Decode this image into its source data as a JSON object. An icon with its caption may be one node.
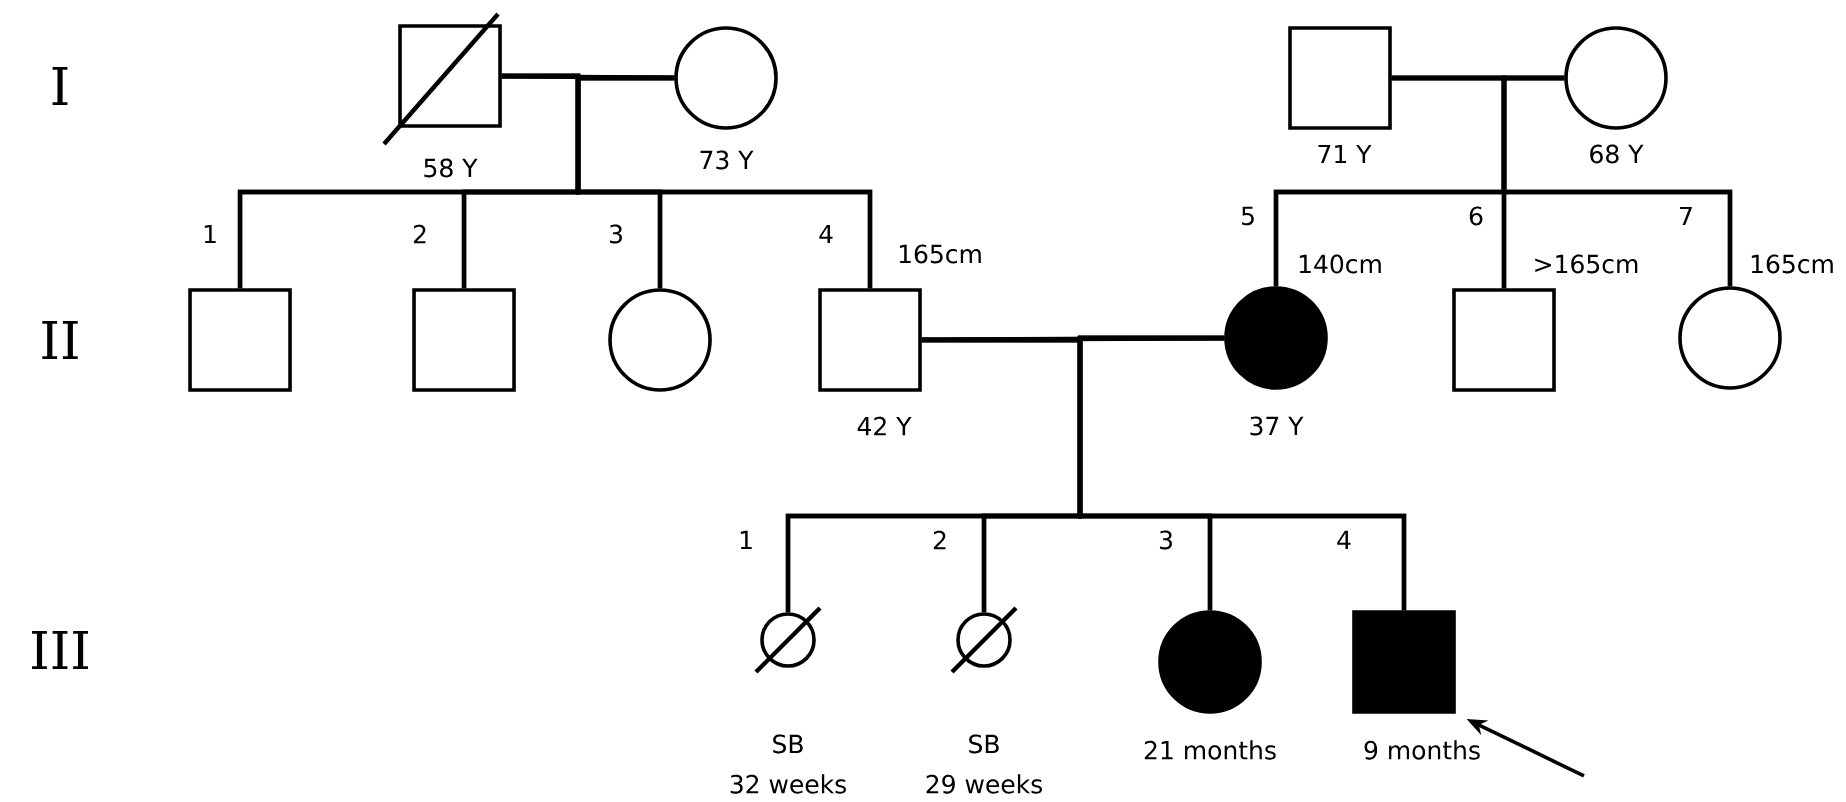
{
  "diagram": {
    "nodes": [
      {
        "text": [],
        "shape": "box",
        "beside": [
          "58 Y"
        ]
      },
      {
        "text": [],
        "shape": "circle",
        "beside": [
          "73 Y"
        ]
      },
      {
        "text": [],
        "shape": "box",
        "beside": [
          "71 Y"
        ]
      },
      {
        "text": [],
        "shape": "circle",
        "beside": [
          "68 Y"
        ]
      },
      {
        "text": [],
        "shape": "box",
        "beside": [
          "1"
        ]
      },
      {
        "text": [],
        "shape": "box",
        "beside": [
          "2"
        ]
      },
      {
        "text": [],
        "shape": "circle",
        "beside": [
          "3"
        ]
      },
      {
        "text": [],
        "shape": "box",
        "beside": [
          "4",
          "165cm",
          "42 Y"
        ]
      },
      {
        "text": [],
        "shape": "circle",
        "beside": [
          "5",
          "140cm",
          "37 Y"
        ]
      },
      {
        "text": [],
        "shape": "box",
        "beside": [
          "6",
          ">165cm"
        ]
      },
      {
        "text": [],
        "shape": "circle",
        "beside": [
          "7",
          "165cm"
        ]
      },
      {
        "text": [],
        "shape": "circle",
        "beside": [
          "1",
          "SB",
          "32 weeks"
        ]
      },
      {
        "text": [],
        "shape": "circle",
        "beside": [
          "2",
          "SB",
          "29 weeks"
        ]
      },
      {
        "text": [],
        "shape": "circle",
        "beside": [
          "3",
          "21 months"
        ]
      },
      {
        "text": [],
        "shape": "box",
        "beside": [
          "4",
          "9 months"
        ]
      }
    ],
    "edges": [
      {
        "from": 0,
        "to": 1,
        "arrow": "none"
      },
      {
        "from": 0,
        "to": 4,
        "arrow": "none"
      },
      {
        "from": 1,
        "to": 4,
        "arrow": "none"
      },
      {
        "from": 0,
        "to": 5,
        "arrow": "none"
      },
      {
        "from": 1,
        "to": 5,
        "arrow": "none"
      },
      {
        "from": 0,
        "to": 6,
        "arrow": "none"
      },
      {
        "from": 1,
        "to": 6,
        "arrow": "none"
      },
      {
        "from": 0,
        "to": 7,
        "arrow": "none"
      },
      {
        "from": 1,
        "to": 7,
        "arrow": "none"
      },
      {
        "from": 2,
        "to": 3,
        "arrow": "none"
      },
      {
        "from": 2,
        "to": 8,
        "arrow": "none"
      },
      {
        "from": 3,
        "to": 8,
        "arrow": "none"
      },
      {
        "from": 2,
        "to": 9,
        "arrow": "none"
      },
      {
        "from": 3,
        "to": 9,
        "arrow": "none"
      },
      {
        "from": 2,
        "to": 10,
        "arrow": "none"
      },
      {
        "from": 3,
        "to": 10,
        "arrow": "none"
      },
      {
        "from": 7,
        "to": 8,
        "arrow": "none"
      },
      {
        "from": 7,
        "to": 11,
        "arrow": "none"
      },
      {
        "from": 8,
        "to": 11,
        "arrow": "none"
      },
      {
        "from": 7,
        "to": 12,
        "arrow": "none"
      },
      {
        "from": 8,
        "to": 12,
        "arrow": "none"
      },
      {
        "from": 7,
        "to": 13,
        "arrow": "none"
      },
      {
        "from": 8,
        "to": 13,
        "arrow": "none"
      },
      {
        "from": 7,
        "to": 14,
        "arrow": "none"
      },
      {
        "from": 8,
        "to": 14,
        "arrow": "none"
      },
      {
        "from": null,
        "to": 14,
        "arrow": "to"
      }
    ],
    "labels": [
      "I",
      "II",
      "III"
    ]
  }
}
